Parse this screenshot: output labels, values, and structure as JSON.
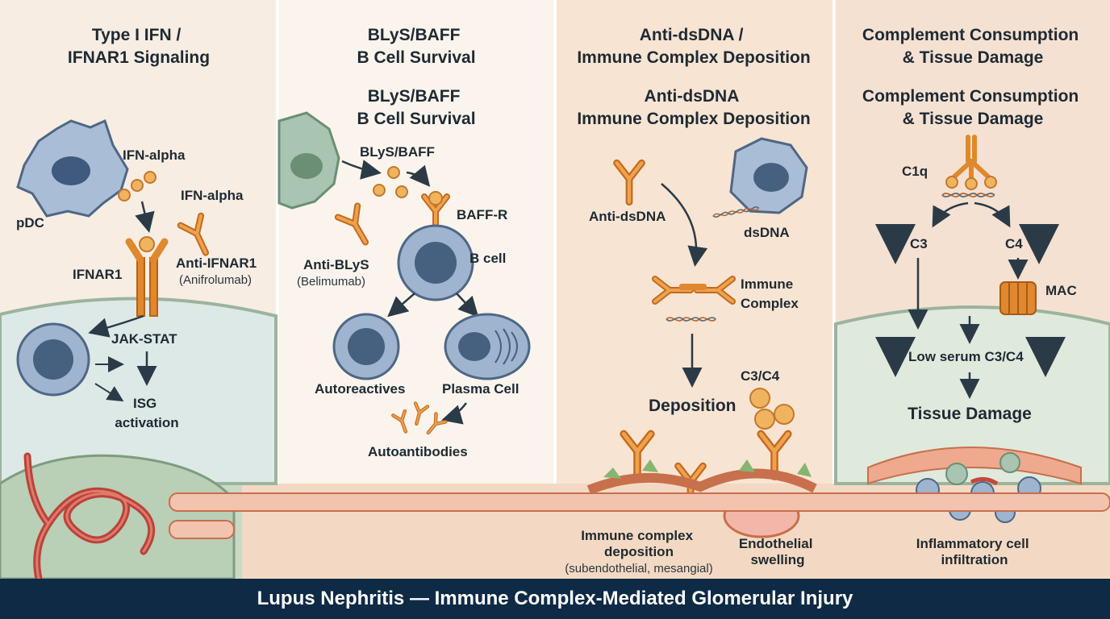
{
  "panels": [
    {
      "title_lines": [
        "Type I IFN /",
        "IFNAR1 Signaling"
      ],
      "labels": {
        "pdc": "pDC",
        "ifn_alpha_1": "IFN-alpha",
        "ifn_alpha_2": "IFN-alpha",
        "ifnar1": "IFNAR1",
        "anti_ifnar1": "Anti-IFNAR1",
        "anifrolumab": "(Anifrolumab)",
        "jak_stat": "JAK-STAT",
        "isg_1": "ISG",
        "isg_2": "activation"
      }
    },
    {
      "title_lines": [
        "BLyS/BAFF",
        "B Cell Survival"
      ],
      "subtitle_lines": [
        "BLyS/BAFF",
        "B Cell Survival"
      ],
      "labels": {
        "blys_baff": "BLyS/BAFF",
        "baff_r": "BAFF-R",
        "anti_blys": "Anti-BLyS",
        "belimumab": "(Belimumab)",
        "b_cell": "B cell",
        "autoreactives": "Autoreactives",
        "plasma_cell": "Plasma Cell",
        "autoantibodies": "Autoantibodies"
      }
    },
    {
      "title_lines": [
        "Anti-dsDNA /",
        "Immune Complex Deposition"
      ],
      "subtitle_lines": [
        "Anti-dsDNA",
        "Immune Complex Deposition"
      ],
      "labels": {
        "anti_dsdna": "Anti-dsDNA",
        "dsdna": "dsDNA",
        "immune_1": "Immune",
        "complex_1": "Complex",
        "c3c4": "C3/C4",
        "deposition": "Deposition",
        "ic_dep_1": "Immune complex",
        "ic_dep_2": "deposition",
        "ic_dep_3": "(subendothelial, mesangial)",
        "endo_1": "Endothelial",
        "endo_2": "swelling"
      }
    },
    {
      "title_lines": [
        "Complement Consumption",
        "& Tissue Damage"
      ],
      "subtitle_lines": [
        "Complement Consumption",
        "& Tissue Damage"
      ],
      "labels": {
        "c1q": "C1q",
        "c3": "C3",
        "c4": "C4",
        "mac": "MAC",
        "low_serum": "Low serum C3/C4",
        "tissue_damage": "Tissue Damage",
        "infl_1": "Inflammatory cell",
        "infl_2": "infiltration"
      }
    }
  ],
  "footer": {
    "title": "Lupus Nephritis — Immune Complex-Mediated Glomerular Injury"
  },
  "colors": {
    "panel1_bg": "#f7ede3",
    "panel2_bg": "#faf4ec",
    "panel3_bg": "#f8e4d3",
    "panel4_bg": "#f5e1d2",
    "antibody": "#e0882e",
    "cell_blue": "#7f9cbf",
    "footer_bg": "#0f2a45"
  }
}
